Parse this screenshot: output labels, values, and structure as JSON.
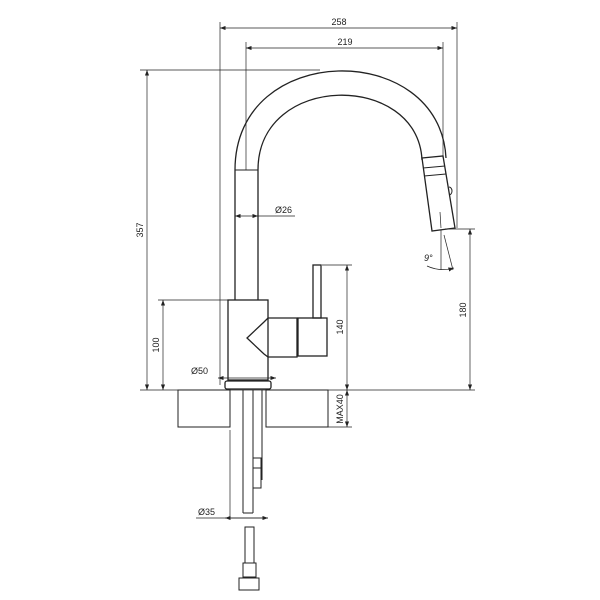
{
  "dimensions": {
    "overall_width": "258",
    "spout_reach": "219",
    "overall_height": "357",
    "body_height": "100",
    "handle_height": "140",
    "outlet_height": "180",
    "max_counter_thickness": "MAX40",
    "base_diameter": "Ø50",
    "spout_diameter": "Ø26",
    "hose_diameter": "Ø35",
    "spray_angle": "9°"
  }
}
